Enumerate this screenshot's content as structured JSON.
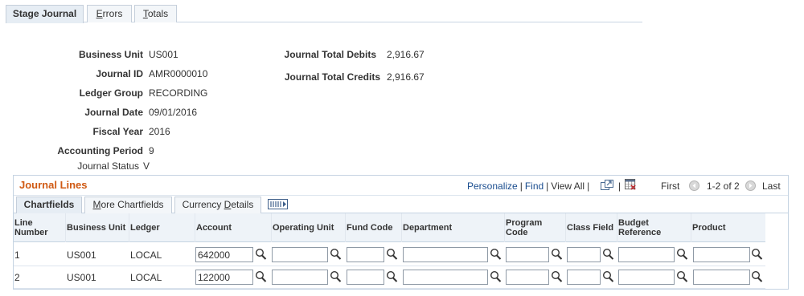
{
  "top_tabs": [
    {
      "label": "Stage Journal"
    },
    {
      "pre": "",
      "u": "E",
      "post": "rrors"
    },
    {
      "pre": "",
      "u": "T",
      "post": "otals"
    }
  ],
  "header": {
    "business_unit_label": "Business Unit",
    "business_unit_value": "US001",
    "journal_id_label": "Journal ID",
    "journal_id_value": "AMR0000010",
    "ledger_group_label": "Ledger Group",
    "ledger_group_value": "RECORDING",
    "journal_date_label": "Journal Date",
    "journal_date_value": "09/01/2016",
    "fiscal_year_label": "Fiscal Year",
    "fiscal_year_value": "2016",
    "accounting_period_label": "Accounting Period",
    "accounting_period_value": "9",
    "journal_status_label": "Journal Status",
    "journal_status_value": "V",
    "total_debits_label": "Journal Total Debits",
    "total_debits_value": "2,916.67",
    "total_credits_label": "Journal Total Credits",
    "total_credits_value": "2,916.67"
  },
  "grid": {
    "title": "Journal Lines",
    "personalize": "Personalize",
    "find": "Find",
    "view_all": "View All",
    "first": "First",
    "range": "1-2 of 2",
    "last": "Last",
    "sub_tabs": [
      {
        "label": "Chartfields"
      },
      {
        "pre": "",
        "u": "M",
        "post": "ore Chartfields"
      },
      {
        "pre": "Currency ",
        "u": "D",
        "post": "etails"
      }
    ],
    "columns": {
      "line_number": "Line Number",
      "business_unit": "Business Unit",
      "ledger": "Ledger",
      "account": "Account",
      "operating_unit": "Operating Unit",
      "fund_code": "Fund Code",
      "department": "Department",
      "program_code": "Program Code",
      "class_field": "Class Field",
      "budget_reference": "Budget Reference",
      "product": "Product"
    },
    "rows": [
      {
        "line": "1",
        "business_unit": "US001",
        "ledger": "LOCAL",
        "account": "642000",
        "operating_unit": "",
        "fund_code": "",
        "department": "",
        "program_code": "",
        "class_field": "",
        "budget_reference": "",
        "product": ""
      },
      {
        "line": "2",
        "business_unit": "US001",
        "ledger": "LOCAL",
        "account": "122000",
        "operating_unit": "",
        "fund_code": "",
        "department": "",
        "program_code": "",
        "class_field": "",
        "budget_reference": "",
        "product": ""
      }
    ]
  },
  "icons": [
    "zoom-icon",
    "download-excel-icon",
    "show-all-columns-icon",
    "first-arrow-icon",
    "last-arrow-icon",
    "lookup-icon"
  ],
  "colors": {
    "grid_title": "#d05a14",
    "link": "#1a4d8f",
    "header_bg": "#eef3f8"
  }
}
